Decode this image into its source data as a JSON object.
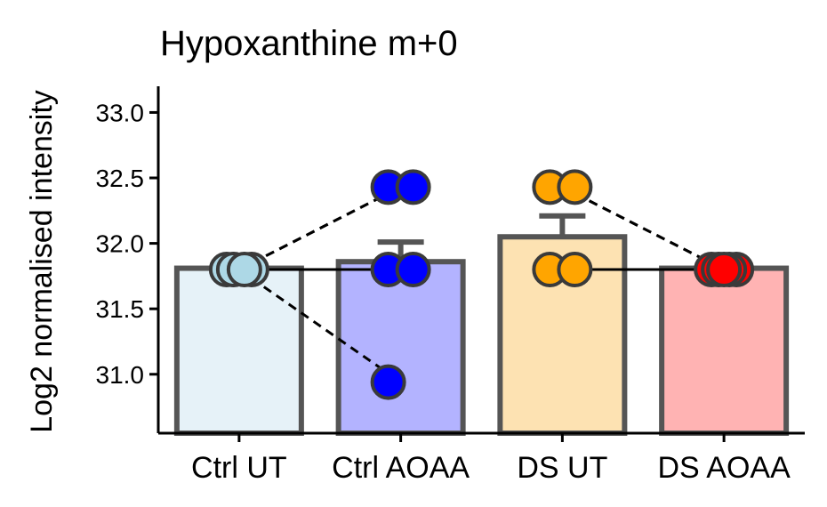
{
  "chart_data": {
    "type": "bar",
    "title": "Hypoxanthine m+0",
    "xlabel": "",
    "ylabel": "Log2 normalised intensity",
    "ylim": [
      30.55,
      33.2
    ],
    "yticks": [
      31.0,
      31.5,
      32.0,
      32.5,
      33.0
    ],
    "ytick_labels": [
      "31.0",
      "31.5",
      "32.0",
      "32.5",
      "33.0"
    ],
    "grid": false,
    "legend": "none",
    "categories": [
      "Ctrl UT",
      "Ctrl AOAA",
      "DS UT",
      "DS AOAA"
    ],
    "values": [
      31.81,
      31.86,
      32.05,
      31.81
    ],
    "errors": [
      null,
      0.15,
      0.16,
      null
    ],
    "bar_fill_colors": [
      "#e6f2f8",
      "#b3b3ff",
      "#fde2b2",
      "#ffb3b3"
    ],
    "point_colors": [
      "#add8e6",
      "#0000ff",
      "#ffa500",
      "#ff0000"
    ],
    "points": [
      [
        31.8,
        31.8,
        31.8,
        31.8
      ],
      [
        32.43,
        32.43,
        31.8,
        31.8,
        30.94
      ],
      [
        32.43,
        32.43,
        31.8,
        31.8
      ],
      [
        31.8,
        31.8,
        31.8,
        31.8,
        31.8
      ]
    ],
    "pairs": [
      {
        "from_group": 0,
        "to_group": 1,
        "y1": 31.8,
        "y2": 31.8,
        "style": "solid"
      },
      {
        "from_group": 0,
        "to_group": 1,
        "y1": 31.8,
        "y2": 32.43,
        "style": "dashed"
      },
      {
        "from_group": 0,
        "to_group": 1,
        "y1": 31.8,
        "y2": 32.43,
        "style": "dashed"
      },
      {
        "from_group": 0,
        "to_group": 1,
        "y1": 31.8,
        "y2": 30.94,
        "style": "dashed"
      },
      {
        "from_group": 2,
        "to_group": 3,
        "y1": 31.8,
        "y2": 31.8,
        "style": "solid"
      },
      {
        "from_group": 2,
        "to_group": 3,
        "y1": 32.43,
        "y2": 31.8,
        "style": "dashed"
      },
      {
        "from_group": 2,
        "to_group": 3,
        "y1": 32.43,
        "y2": 31.8,
        "style": "dashed"
      }
    ]
  }
}
